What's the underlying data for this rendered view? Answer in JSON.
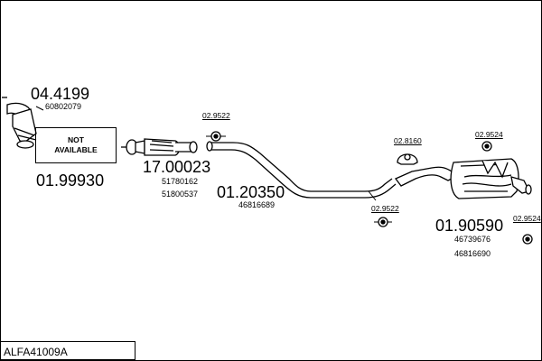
{
  "sheet_code": "ALFA41009A",
  "not_available": {
    "line1": "NOT",
    "line2": "AVAILABLE"
  },
  "parts": {
    "front_pipe": {
      "number": "04.4199",
      "oem": [
        "60802079"
      ]
    },
    "front_pipe_alt": {
      "number": "01.99930"
    },
    "catalyst": {
      "number": "17.00023",
      "oem": [
        "51780162",
        "51800537"
      ]
    },
    "middle_pipe": {
      "number": "01.20350",
      "oem": [
        "46816689"
      ]
    },
    "rear_silencer": {
      "number": "01.90590",
      "oem": [
        "46739676",
        "46816690"
      ]
    }
  },
  "fittings": {
    "hanger_a": "02.9522",
    "hanger_b": "02.9522",
    "clamp": "02.8160",
    "hanger_c": "02.9524",
    "hanger_d": "02.9524"
  }
}
